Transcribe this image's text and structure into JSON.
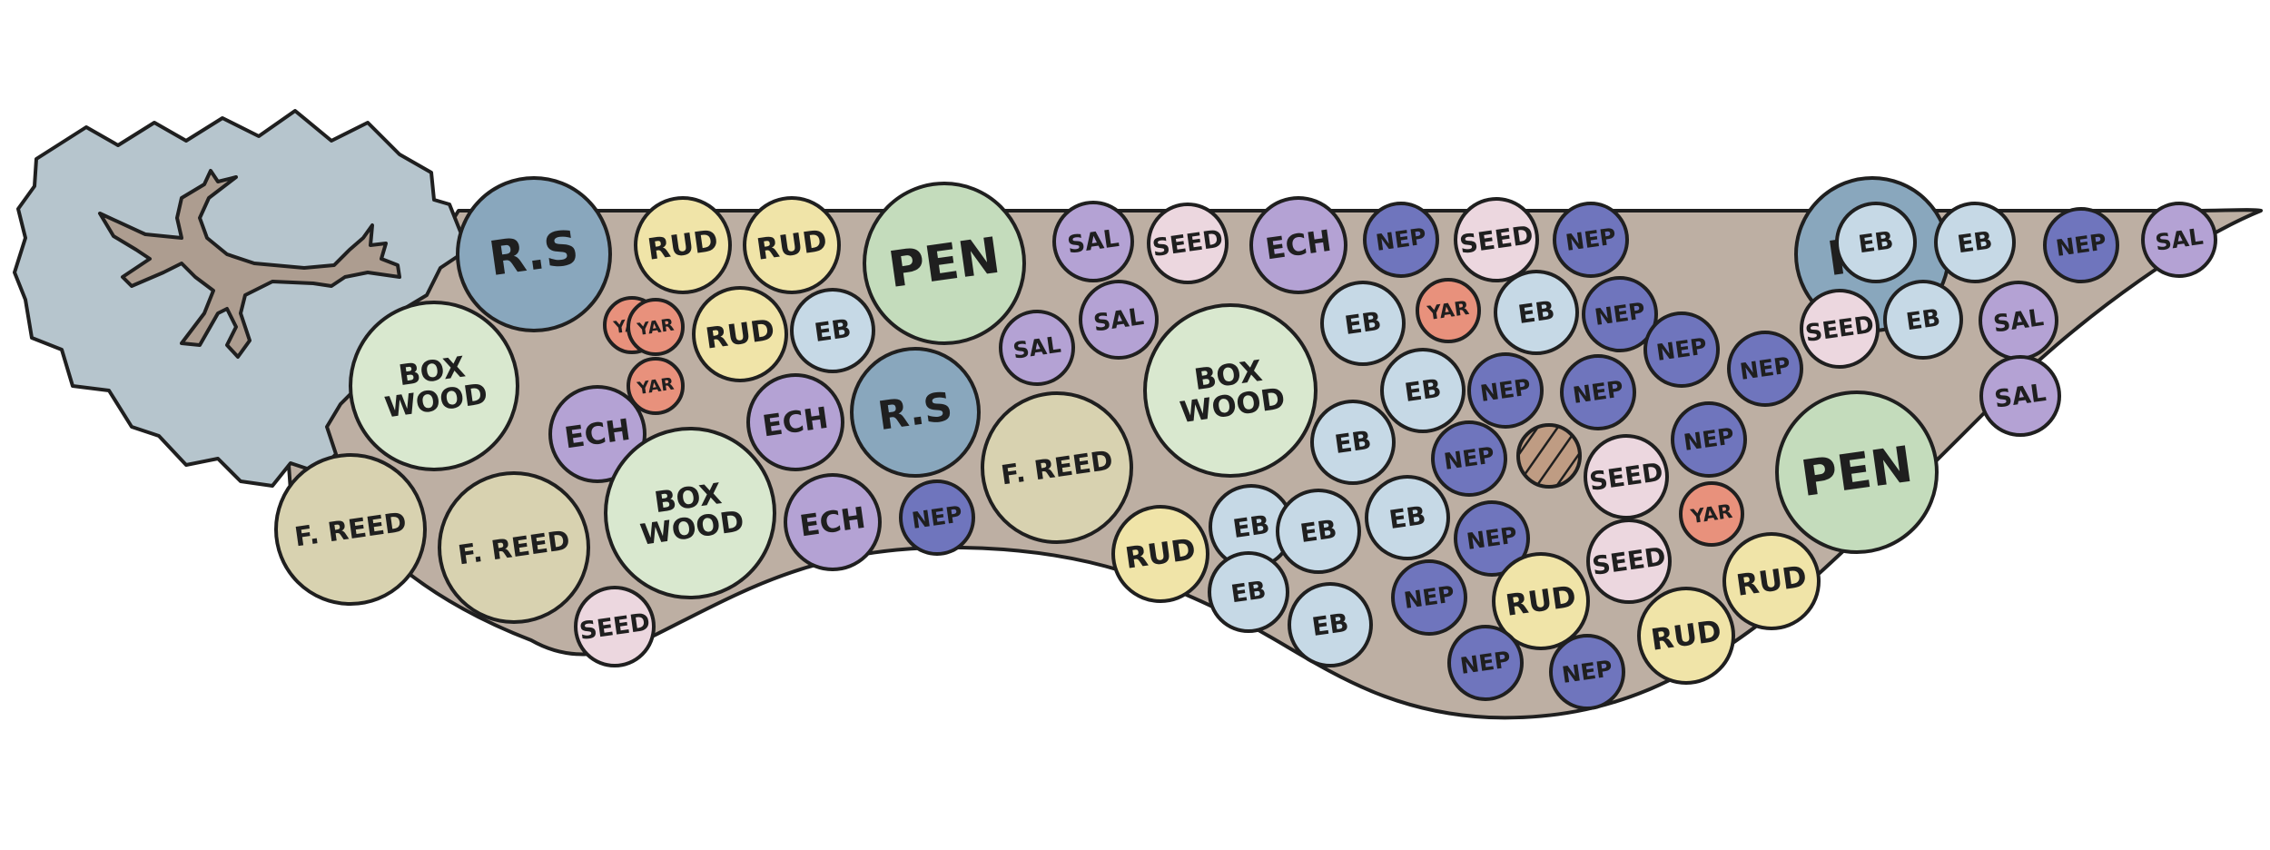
{
  "legend_colors": {
    "RS": "#89a7bd",
    "RUD": "#f0e4a8",
    "PEN": "#c4dcbc",
    "SAL": "#b4a2d4",
    "SEED": "#ecd7df",
    "ECH": "#b4a2d4",
    "NEP": "#6f75bd",
    "EB": "#c6d9e6",
    "YAR": "#e8917c",
    "BOXWOOD": "#d9e8cf",
    "FREED": "#d8d2b0",
    "bed": "#bdafa3",
    "tree_canopy": "#b6c5cd",
    "tree_trunk": "#ad9d90",
    "hatched": "#bf9c83"
  },
  "plants": [
    {
      "code": "RS",
      "label": "R.S"
    },
    {
      "code": "RUD",
      "label": "RUD"
    },
    {
      "code": "RUD",
      "label": "RUD"
    },
    {
      "code": "PEN",
      "label": "PEN"
    },
    {
      "code": "SAL",
      "label": "SAL"
    },
    {
      "code": "SEED",
      "label": "SEED"
    },
    {
      "code": "ECH",
      "label": "ECH"
    },
    {
      "code": "NEP",
      "label": "NEP"
    },
    {
      "code": "SEED",
      "label": "SEED"
    },
    {
      "code": "NEP",
      "label": "NEP"
    },
    {
      "code": "RS",
      "label": "R.S"
    },
    {
      "code": "EB",
      "label": "EB"
    },
    {
      "code": "EB",
      "label": "EB"
    },
    {
      "code": "NEP",
      "label": "NEP"
    },
    {
      "code": "SAL",
      "label": "SAL"
    },
    {
      "code": "BOXWOOD",
      "label": "BOX WOOD"
    },
    {
      "code": "YAR",
      "label": "YAR"
    },
    {
      "code": "YAR",
      "label": "YAR"
    },
    {
      "code": "YAR",
      "label": "YAR"
    },
    {
      "code": "RUD",
      "label": "RUD"
    },
    {
      "code": "EB",
      "label": "EB"
    },
    {
      "code": "SAL",
      "label": "SAL"
    },
    {
      "code": "SAL",
      "label": "SAL"
    },
    {
      "code": "BOXWOOD",
      "label": "BOX WOOD"
    },
    {
      "code": "EB",
      "label": "EB"
    },
    {
      "code": "YAR",
      "label": "YAR"
    },
    {
      "code": "EB",
      "label": "EB"
    },
    {
      "code": "NEP",
      "label": "NEP"
    },
    {
      "code": "NEP",
      "label": "NEP"
    },
    {
      "code": "NEP",
      "label": "NEP"
    },
    {
      "code": "SEED",
      "label": "SEED"
    },
    {
      "code": "EB",
      "label": "EB"
    },
    {
      "code": "SAL",
      "label": "SAL"
    },
    {
      "code": "ECH",
      "label": "ECH"
    },
    {
      "code": "ECH",
      "label": "ECH"
    },
    {
      "code": "RS",
      "label": "R.S"
    },
    {
      "code": "EB",
      "label": "EB"
    },
    {
      "code": "NEP",
      "label": "NEP"
    },
    {
      "code": "NEP",
      "label": "NEP"
    },
    {
      "code": "SAL",
      "label": "SAL"
    },
    {
      "code": "FREED",
      "label": "F. REED"
    },
    {
      "code": "EB",
      "label": "EB"
    },
    {
      "code": "NEP",
      "label": "NEP"
    },
    {
      "code": "HATCH",
      "label": ""
    },
    {
      "code": "SEED",
      "label": "SEED"
    },
    {
      "code": "NEP",
      "label": "NEP"
    },
    {
      "code": "PEN",
      "label": "PEN"
    },
    {
      "code": "FREED",
      "label": "F. REED"
    },
    {
      "code": "FREED",
      "label": "F. REED"
    },
    {
      "code": "BOXWOOD",
      "label": "BOX WOOD"
    },
    {
      "code": "ECH",
      "label": "ECH"
    },
    {
      "code": "NEP",
      "label": "NEP"
    },
    {
      "code": "RUD",
      "label": "RUD"
    },
    {
      "code": "EB",
      "label": "EB"
    },
    {
      "code": "EB",
      "label": "EB"
    },
    {
      "code": "EB",
      "label": "EB"
    },
    {
      "code": "NEP",
      "label": "NEP"
    },
    {
      "code": "YAR",
      "label": "YAR"
    },
    {
      "code": "SEED",
      "label": "SEED"
    },
    {
      "code": "EB",
      "label": "EB"
    },
    {
      "code": "EB",
      "label": "EB"
    },
    {
      "code": "NEP",
      "label": "NEP"
    },
    {
      "code": "RUD",
      "label": "RUD"
    },
    {
      "code": "RUD",
      "label": "RUD"
    },
    {
      "code": "SEED",
      "label": "SEED"
    },
    {
      "code": "NEP",
      "label": "NEP"
    },
    {
      "code": "NEP",
      "label": "NEP"
    },
    {
      "code": "RUD",
      "label": "RUD"
    }
  ]
}
